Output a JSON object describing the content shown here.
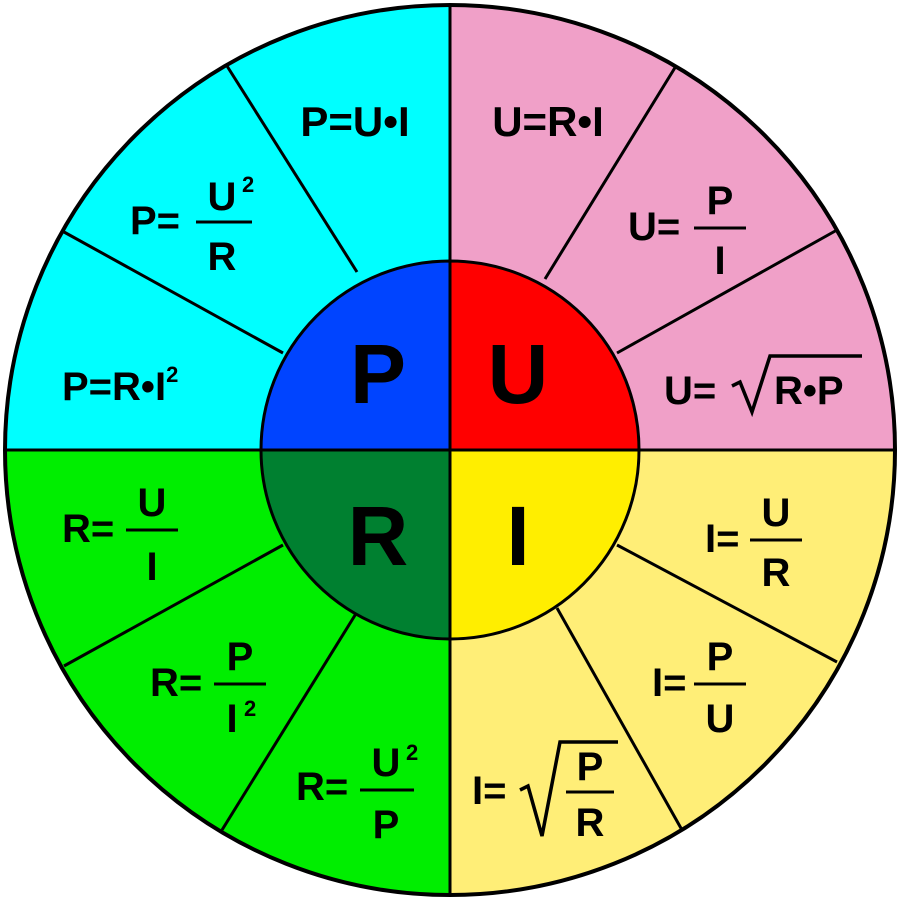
{
  "center": {
    "top_left": "P",
    "top_right": "U",
    "bottom_left": "R",
    "bottom_right": "I"
  },
  "colors": {
    "outline": "#000000",
    "p_outer": "#00ffff",
    "u_outer": "#f0a0c8",
    "i_outer": "#ffee77",
    "r_outer": "#00ee00",
    "p_inner": "#0044ff",
    "u_inner": "#ff0000",
    "i_inner": "#ffee00",
    "r_inner": "#008030"
  },
  "formulas": {
    "p_ui": {
      "lhs": "P=",
      "expr": "U•I"
    },
    "p_u2r": {
      "lhs": "P=",
      "num": "U",
      "num_sup": "2",
      "den": "R"
    },
    "p_ri2": {
      "lhs": "P=",
      "expr": "R•I",
      "sup": "2"
    },
    "u_ri": {
      "lhs": "U=",
      "expr": "R•I"
    },
    "u_pi": {
      "lhs": "U=",
      "num": "P",
      "den": "I"
    },
    "u_sqrt": {
      "lhs": "U=",
      "radicand": "R•P"
    },
    "i_ur": {
      "lhs": "I=",
      "num": "U",
      "den": "R"
    },
    "i_pu": {
      "lhs": "I=",
      "num": "P",
      "den": "U"
    },
    "i_sqrt": {
      "lhs": "I=",
      "num": "P",
      "den": "R"
    },
    "r_ui": {
      "lhs": "R=",
      "num": "U",
      "den": "I"
    },
    "r_pi2": {
      "lhs": "R=",
      "num": "P",
      "den": "I",
      "den_sup": "2"
    },
    "r_u2p": {
      "lhs": "R=",
      "num": "U",
      "num_sup": "2",
      "den": "P"
    }
  }
}
